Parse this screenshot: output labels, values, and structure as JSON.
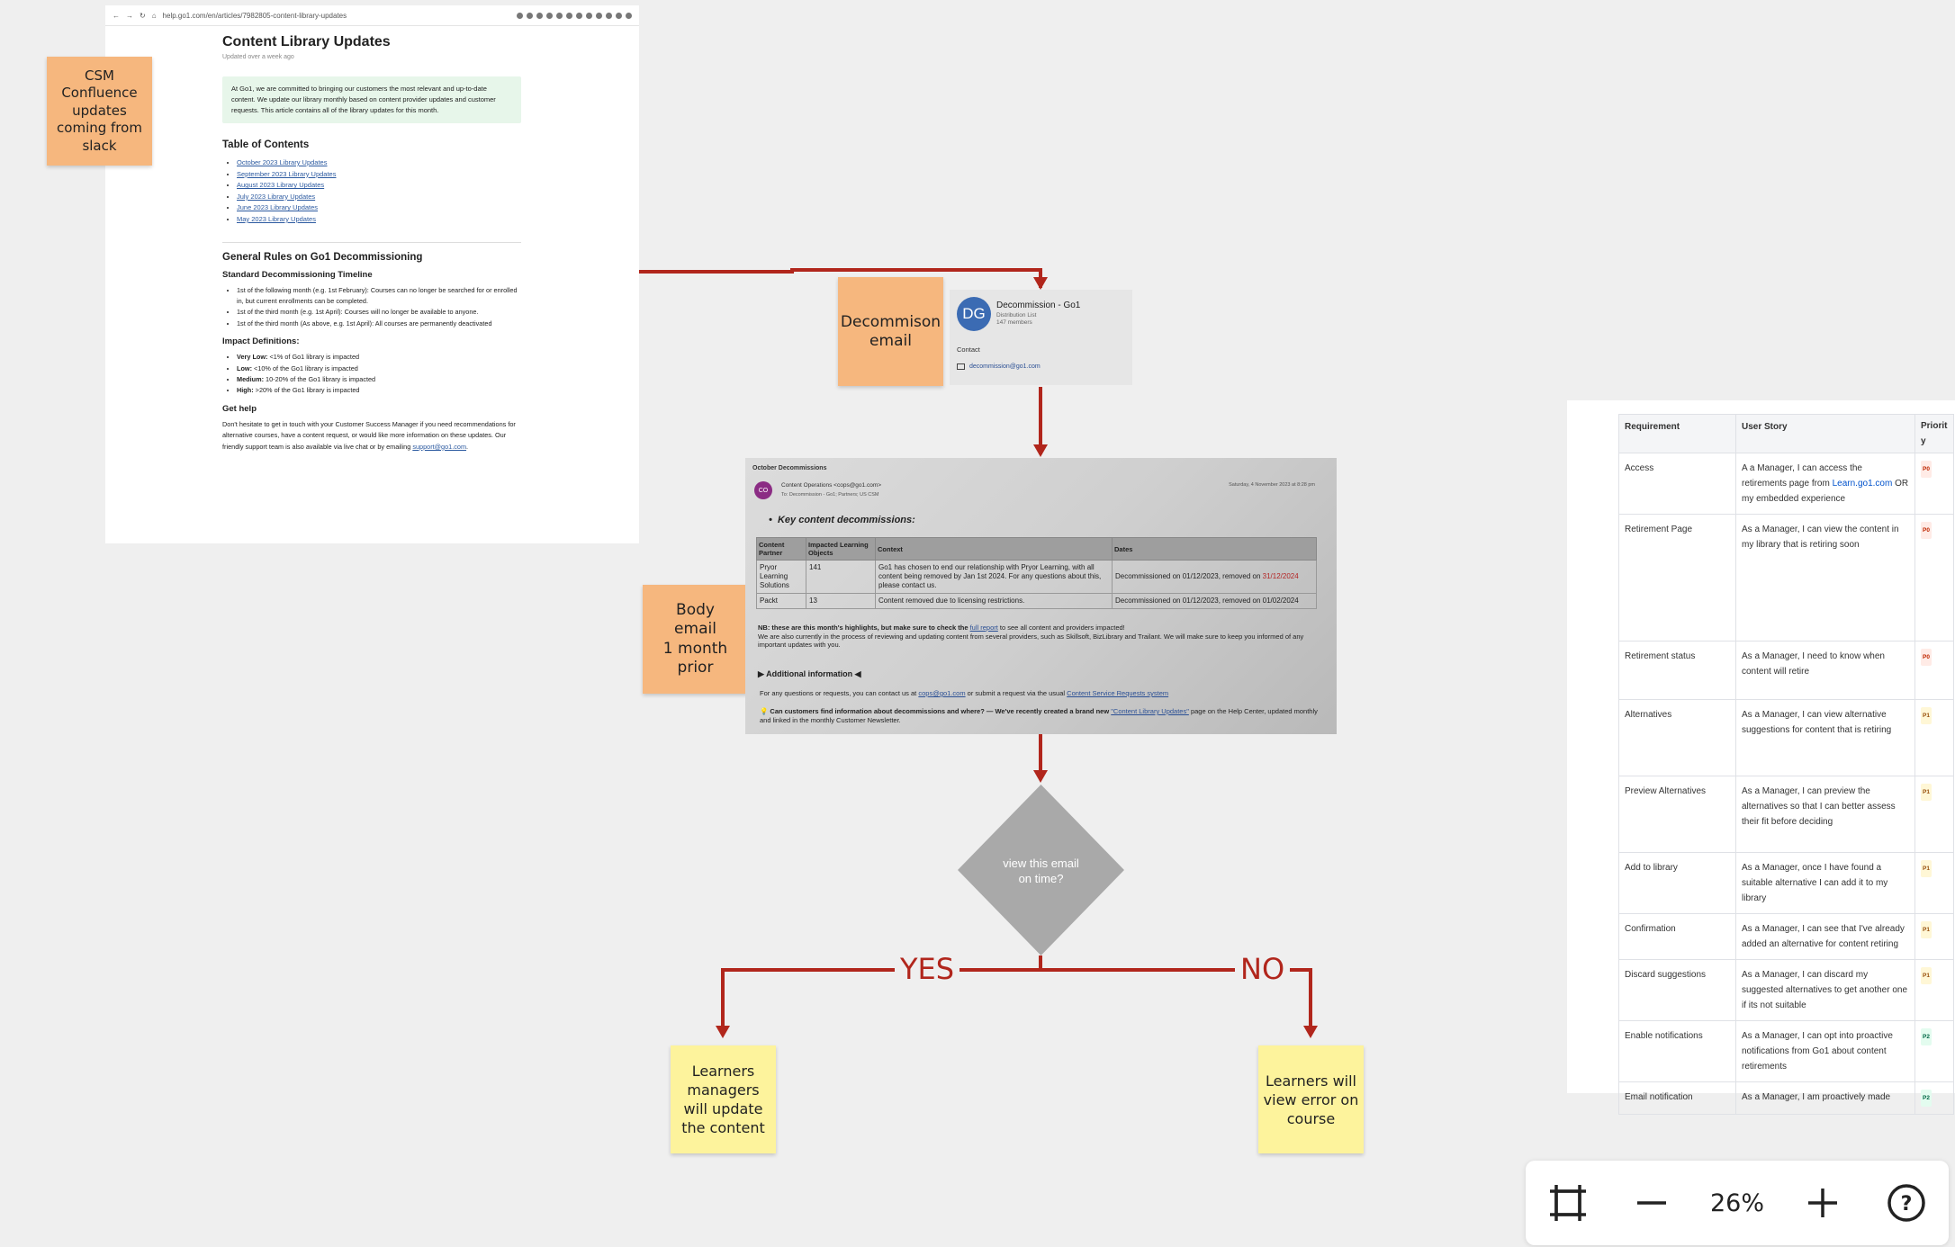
{
  "stickies": {
    "csm": "CSM\nConfluence\nupdates\ncoming from\nslack",
    "decom": "Decommison\nemail",
    "body": "Body\nemail\n1 month\nprior",
    "yes_outcome": "Learners\nmanagers\nwill update\nthe content",
    "no_outcome": "Learners will\nview error on\ncourse"
  },
  "article": {
    "url": "help.go1.com/en/articles/7982805-content-library-updates",
    "title": "Content Library Updates",
    "updated": "Updated over a week ago",
    "callout": "At Go1, we are committed to bringing our customers the most relevant and up-to-date content. We update our library monthly based on content provider updates and customer requests. This article contains all of the library updates for this month.",
    "toc_heading": "Table of Contents",
    "toc": [
      "October 2023 Library Updates",
      "September 2023 Library Updates",
      "August 2023 Library Updates",
      "July 2023 Library Updates",
      "June 2023 Library Updates",
      "May 2023 Library Updates"
    ],
    "rules_heading": "General Rules on Go1 Decommissioning",
    "timeline_heading": "Standard Decommissioning Timeline",
    "timeline": [
      "1st of the following month (e.g. 1st February): Courses can no longer be searched for or enrolled in, but current enrollments can be completed.",
      "1st of the third month (e.g. 1st April): Courses will no longer be available to anyone.",
      "1st of the third month (As above, e.g. 1st April): All courses are permanently deactivated"
    ],
    "impact_heading": "Impact Definitions:",
    "impact": [
      {
        "term": "Very Low:",
        "desc": " <1% of Go1 library is impacted"
      },
      {
        "term": "Low:",
        "desc": " <10% of the Go1 library is impacted"
      },
      {
        "term": "Medium:",
        "desc": " 10-20% of the Go1 library is impacted"
      },
      {
        "term": "High:",
        "desc": " >20% of the Go1 library is impacted"
      }
    ],
    "help_heading": "Get help",
    "help_text": "Don't hesitate to get in touch with your Customer Success Manager if you need recommendations for alternative courses, have a content request, or would like more information on these updates. Our friendly support team is also available via live chat or by emailing ",
    "help_link": "support@go1.com"
  },
  "dl_card": {
    "initials": "DG",
    "name": "Decommission - Go1",
    "type": "Distribution List",
    "members": "147 members",
    "contact": "Contact",
    "email": "decommission@go1.com"
  },
  "email": {
    "subject": "October Decommissions",
    "avatar": "CO",
    "from": "Content Operations <cops@go1.com>",
    "to": "To:   Decommission - Go1;   Partners;   US CSM",
    "date": "Saturday, 4 November 2023 at 8:28 pm",
    "heading": "Key content decommissions:",
    "columns": [
      "Content Partner",
      "Impacted Learning Objects",
      "Context",
      "Dates"
    ],
    "rows": [
      {
        "partner": "Pryor Learning Solutions",
        "count": "141",
        "context": "Go1 has chosen to end our relationship with Pryor Learning, with all content being removed by Jan 1st 2024. For any questions about this, please contact us.",
        "dates": "Decommissioned on 01/12/2023, removed on ",
        "dates_red": "31/12/2024"
      },
      {
        "partner": "Packt",
        "count": "13",
        "context": "Content removed due to licensing restrictions.",
        "dates": "Decommissioned on 01/12/2023, removed on 01/02/2024",
        "dates_red": ""
      }
    ],
    "nb_1": "NB: these are this month's highlights, but make sure to check the ",
    "nb_link": "full report",
    "nb_2": " to see all content and providers impacted!",
    "nb_3": "We are also currently in the process of reviewing and updating content from several providers, such as Skillsoft, BizLibrary and Trailant. We will make sure to keep you informed of any important updates with you.",
    "additional": "▶ Additional information ◀",
    "q_1": "For any questions or requests, you can contact us at ",
    "q_link": "cops@go1.com",
    "q_2": " or submit a request via the usual ",
    "q_link2": "Content Service Requests system",
    "c_1": "💡 Can customers find information about decommissions and where? — We've recently created a brand new ",
    "c_link": "\"Content Library Updates\"",
    "c_2": " page on the Help Center, updated monthly and linked in the monthly Customer Newsletter."
  },
  "decision": "view this email\non time?",
  "branches": {
    "yes": "YES",
    "no": "NO"
  },
  "requirements": {
    "headers": [
      "Requirement",
      "User Story",
      "Priorit\ny"
    ],
    "rows": [
      {
        "req": "Access",
        "story": "A a Manager, I can access the retirements page from ",
        "link": "Learn.go1.com",
        "story_after": " OR my embedded experience",
        "pri": "P0",
        "h": 64
      },
      {
        "req": "Retirement Page",
        "story": "As a Manager, I can view the content in my library that is retiring soon",
        "pri": "P0",
        "h": 141
      },
      {
        "req": "Retirement status",
        "story": "As a Manager, I need to know when content will retire",
        "pri": "P0",
        "h": 65
      },
      {
        "req": "Alternatives",
        "story": "As a Manager, I can view alternative suggestions for content that is retiring",
        "pri": "P1",
        "h": 85
      },
      {
        "req": "Preview Alternatives",
        "story": "As a Manager, I can preview the alternatives so that I can better assess their fit before deciding",
        "pri": "P1",
        "h": 85
      },
      {
        "req": "Add to library",
        "story": "As a Manager, once I have found a suitable alternative I can add it to my library",
        "pri": "P1",
        "h": 65
      },
      {
        "req": "Confirmation",
        "story": "As a Manager, I can see that I've already added an alternative for content retiring",
        "pri": "P1",
        "h": 47
      },
      {
        "req": "Discard suggestions",
        "story": "As a Manager, I can discard my suggested alternatives to get another one if its not suitable",
        "pri": "P1",
        "h": 65
      },
      {
        "req": "Enable notifications",
        "story": "As a Manager, I can opt into proactive notifications from Go1 about content retirements",
        "pri": "P2",
        "h": 65
      },
      {
        "req": "Email notification",
        "story": "As a Manager, I am proactively made",
        "pri": "P2",
        "h": 30
      }
    ]
  },
  "zoom": {
    "level": "26%"
  },
  "colors": {
    "connector": "#b1261c",
    "sticky_orange": "#f6b77e",
    "sticky_yellow": "#fdf39c",
    "diamond": "#a9a9a9",
    "canvas": "#efefef"
  }
}
